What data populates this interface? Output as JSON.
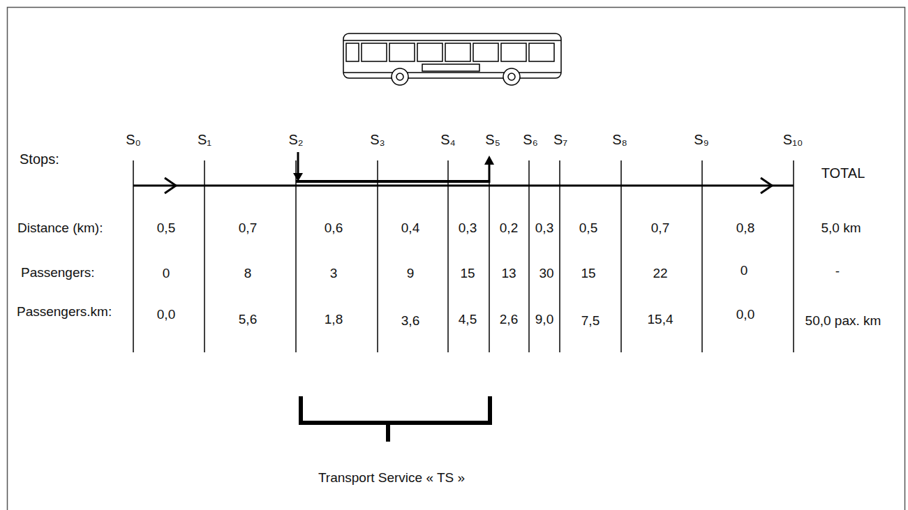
{
  "diagram": {
    "labels": [
      "Stops:",
      "S₀",
      "S₁",
      "S₂",
      "S₃",
      "S₄",
      "S₅",
      "S₆",
      "S₇",
      "S₈",
      "S₉",
      "S₁₀",
      "TOTAL",
      "Distance (km):",
      "0,5",
      "0,7",
      "0,6",
      "0,4",
      "0,3",
      "0,2",
      "0,3",
      "0,5",
      "0,7",
      "0,8",
      "5,0 km",
      "Passengers:",
      "0",
      "8",
      "3",
      "9",
      "15",
      "13",
      "30",
      "15",
      "22",
      "0",
      "-",
      "Passengers.km:",
      "0,0",
      "5,6",
      "1,8",
      "3,6",
      "4,5",
      "2,6",
      "9,0",
      "7,5",
      "15,4",
      "0,0",
      "50,0 pax. km",
      "Transport Service « TS »"
    ]
  }
}
